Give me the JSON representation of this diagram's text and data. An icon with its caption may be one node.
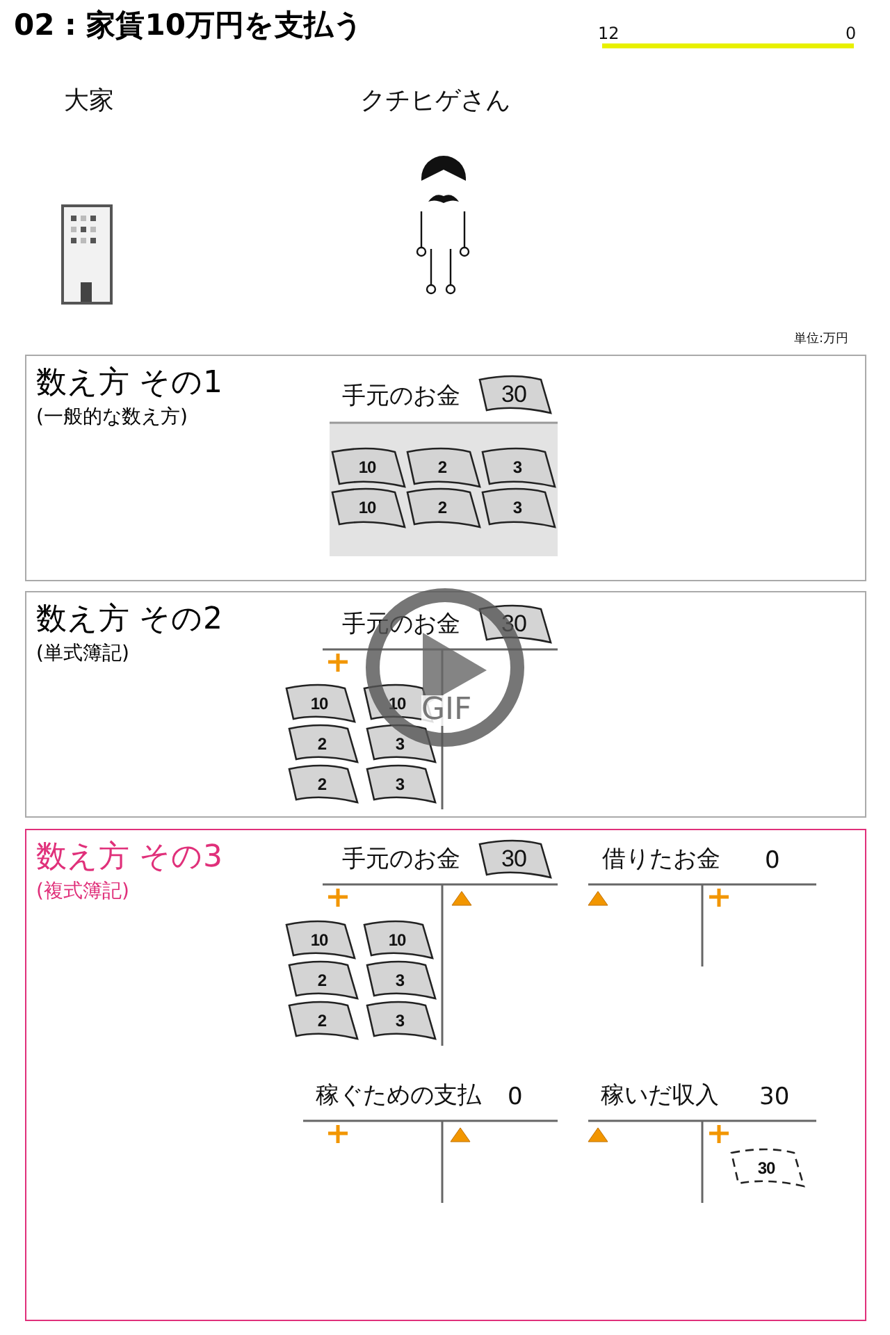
{
  "diagram": {
    "title": "02 : 家賃10万円を支払う",
    "nodes": [
      {
        "text": [
          "数え方 その1",
          "(一般的な数え方)"
        ]
      },
      {
        "text": [
          "30"
        ],
        "in": 0
      },
      {
        "text": [
          "10"
        ],
        "in": 0
      },
      {
        "text": [
          "2"
        ],
        "in": 0
      },
      {
        "text": [
          "3"
        ],
        "in": 0
      },
      {
        "text": [
          "10"
        ],
        "in": 0
      },
      {
        "text": [
          "2"
        ],
        "in": 0
      },
      {
        "text": [
          "3"
        ],
        "in": 0
      },
      {
        "text": [
          "数え方 その2",
          "(単式簿記)"
        ]
      },
      {
        "text": [
          "30"
        ],
        "in": 8
      },
      {
        "text": [
          "10"
        ],
        "in": 8
      },
      {
        "text": [
          "10"
        ],
        "in": 8
      },
      {
        "text": [
          "2"
        ],
        "in": 8
      },
      {
        "text": [
          "3"
        ],
        "in": 8
      },
      {
        "text": [
          "2"
        ],
        "in": 8
      },
      {
        "text": [
          "3"
        ],
        "in": 8
      },
      {
        "text": [
          "数え方 その3",
          "(複式簿記)"
        ]
      },
      {
        "text": [
          "30"
        ],
        "in": 16
      },
      {
        "text": [
          "10"
        ],
        "in": 16
      },
      {
        "text": [
          "10"
        ],
        "in": 16
      },
      {
        "text": [
          "2"
        ],
        "in": 16
      },
      {
        "text": [
          "3"
        ],
        "in": 16
      },
      {
        "text": [
          "2"
        ],
        "in": 16
      },
      {
        "text": [
          "3"
        ],
        "in": 16
      },
      {
        "text": [
          "30"
        ],
        "in": 16
      }
    ],
    "labels": [
      "12",
      "0",
      "大家",
      "クチヒゲさん",
      "単位:万円",
      "手元のお金",
      "手元のお金",
      "GIF",
      "手元のお金",
      "借りたお金",
      "0",
      "稼ぐための支払",
      "0",
      "稼いだ収入",
      "30"
    ]
  }
}
